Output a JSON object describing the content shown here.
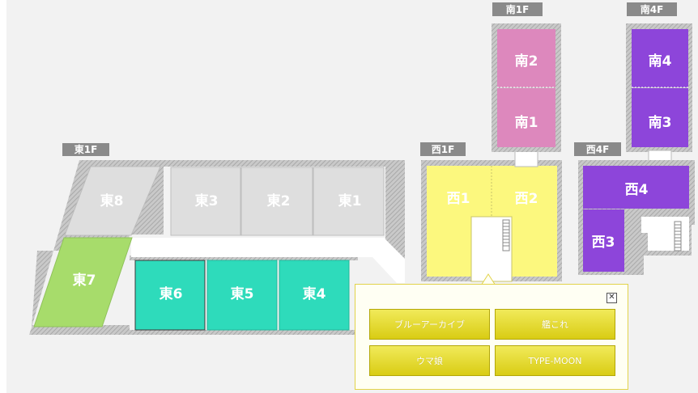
{
  "floors": {
    "east1f": "東1F",
    "west1f": "西1F",
    "west4f": "西4F",
    "south1f": "南1F",
    "south4f": "南4F"
  },
  "halls": {
    "e1": "東1",
    "e2": "東2",
    "e3": "東3",
    "e4": "東4",
    "e5": "東5",
    "e6": "東6",
    "e7": "東7",
    "e8": "東8",
    "w1": "西1",
    "w2": "西2",
    "w3": "西3",
    "w4": "西4",
    "s1": "南1",
    "s2": "南2",
    "s3": "南3",
    "s4": "南4"
  },
  "popup": {
    "close_icon": "close-icon",
    "buttons": [
      "ブルーアーカイブ",
      "艦これ",
      "ウマ娘",
      "TYPE-MOON"
    ]
  },
  "colors": {
    "inactive": "#dedede",
    "selected_green": "#a7dc6b",
    "teal": "#2edbbb",
    "yellow": "#fcf87e",
    "pink": "#dd88bd",
    "purple": "#8d45da",
    "popup_border": "#e2d34a"
  }
}
